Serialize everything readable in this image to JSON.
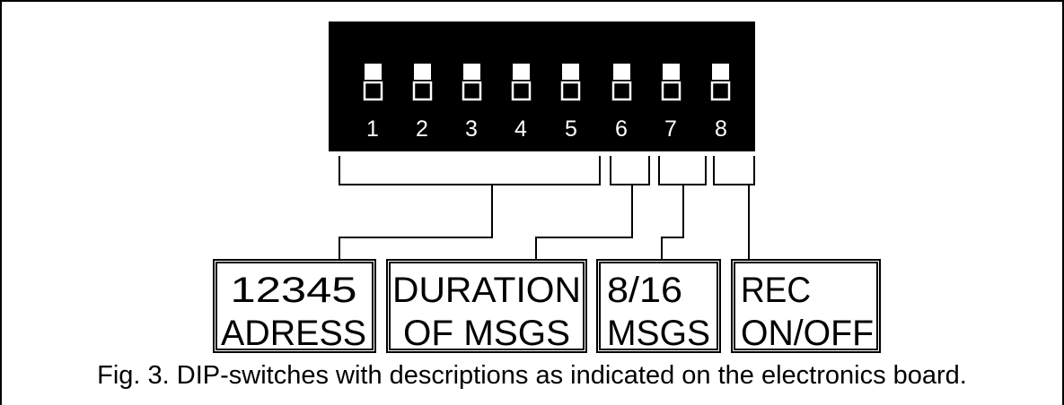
{
  "switches": [
    "1",
    "2",
    "3",
    "4",
    "5",
    "6",
    "7",
    "8"
  ],
  "boxes": [
    {
      "line1": "12345",
      "line2": "ADRESS"
    },
    {
      "line1": "DURATION",
      "line2": "OF  MSGS"
    },
    {
      "line1": "8/16",
      "line2": "MSGS"
    },
    {
      "line1": "REC",
      "line2": "ON/OFF"
    }
  ],
  "caption": "Fig. 3. DIP-switches with descriptions as indicated on the electronics board.",
  "colors": {
    "body": "#000000",
    "switch": "#ffffff",
    "line": "#000000"
  }
}
